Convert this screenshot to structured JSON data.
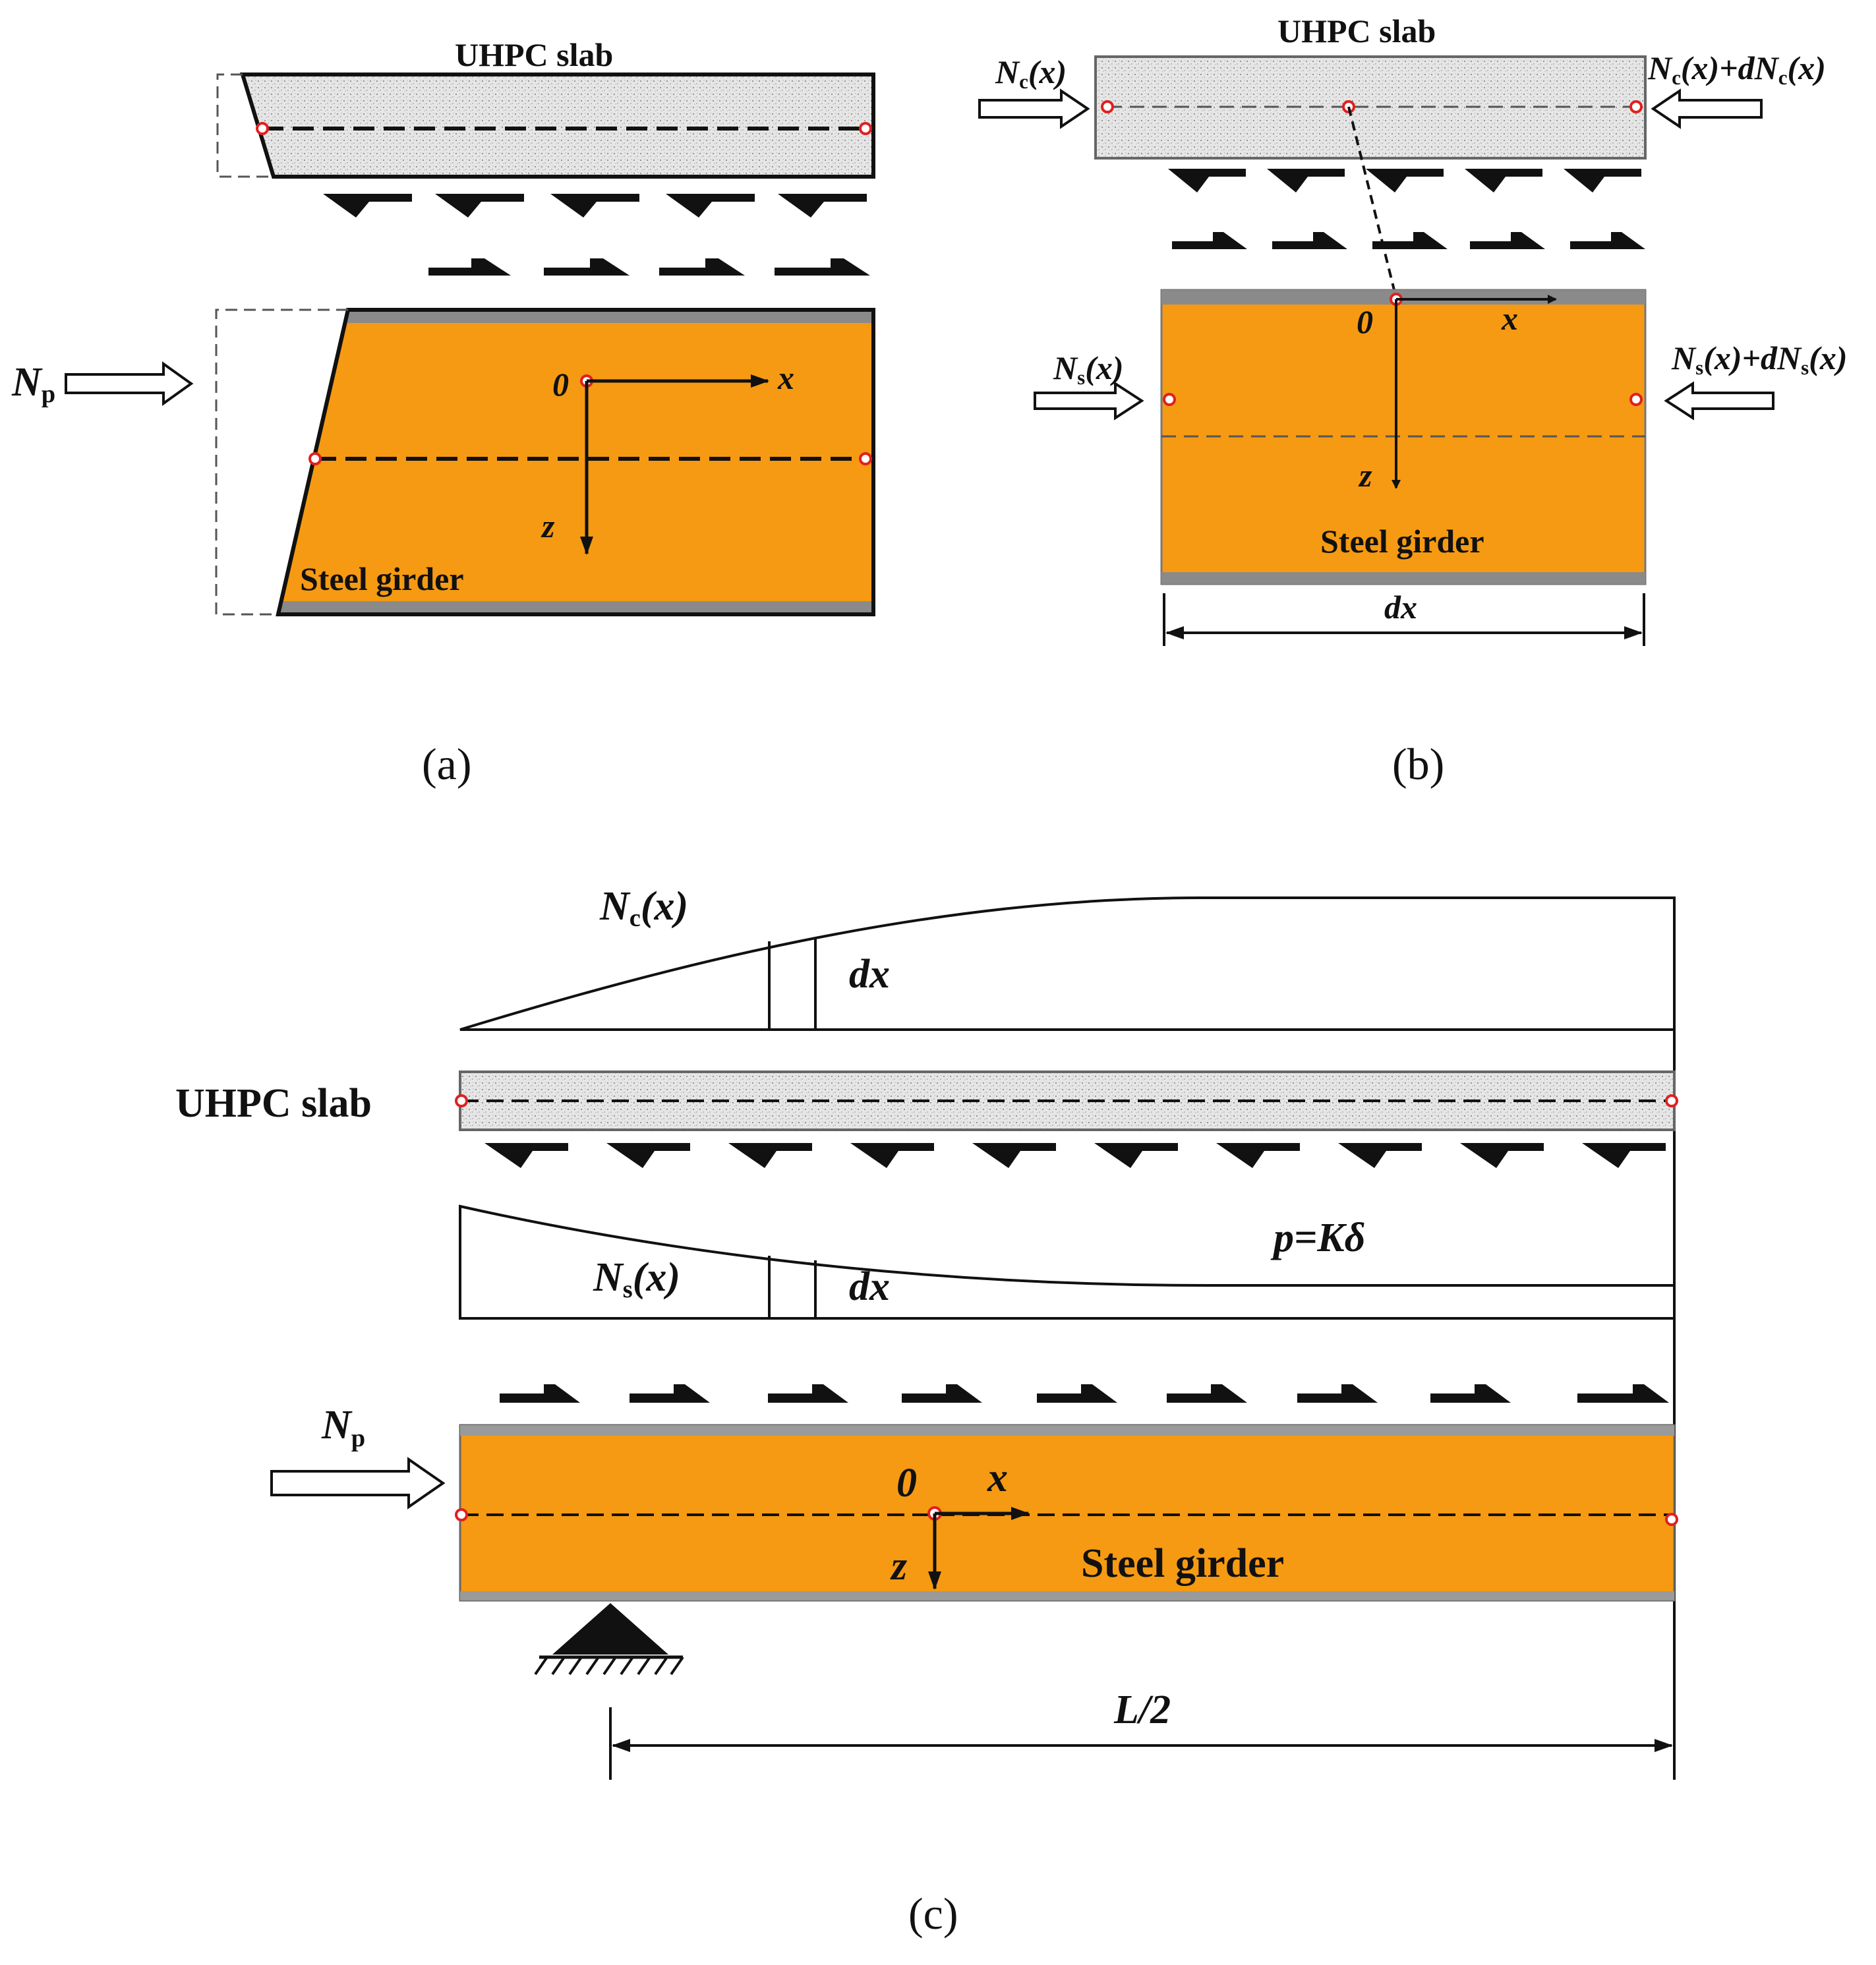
{
  "panel_a": {
    "caption": "(a)",
    "slab_label": "UHPC slab",
    "girder_label": "Steel girder",
    "force_label": "N",
    "force_sub": "p",
    "origin_label": "0",
    "x_axis_label": "x",
    "z_axis_label": "z"
  },
  "panel_b": {
    "caption": "(b)",
    "slab_label": "UHPC slab",
    "girder_label": "Steel girder",
    "nc_left": "N",
    "nc_left_sub": "c",
    "nc_left_arg": "(x)",
    "nc_right": "N",
    "nc_right_sub": "c",
    "nc_right_arg": "(x)+dN",
    "nc_right_sub2": "c",
    "nc_right_arg2": "(x)",
    "ns_left": "N",
    "ns_left_sub": "s",
    "ns_left_arg": "(x)",
    "ns_right": "N",
    "ns_right_sub": "s",
    "ns_right_arg": "(x)+dN",
    "ns_right_sub2": "s",
    "ns_right_arg2": "(x)",
    "origin_label": "0",
    "x_axis_label": "x",
    "z_axis_label": "z",
    "dx_label": "dx"
  },
  "panel_c": {
    "caption": "(c)",
    "slab_label": "UHPC slab",
    "girder_label": "Steel girder",
    "nc_label": "N",
    "nc_sub": "c",
    "nc_arg": "(x)",
    "ns_label": "N",
    "ns_sub": "s",
    "ns_arg": "(x)",
    "dx_top": "dx",
    "dx_bottom": "dx",
    "p_label": "p=Kδ",
    "np_label": "N",
    "np_sub": "p",
    "origin_label": "0",
    "x_axis_label": "x",
    "z_axis_label": "z",
    "span_label": "L/2"
  },
  "colors": {
    "steel": "#F59A12",
    "flange": "#8a8a8a",
    "concrete": "#e2e2e2",
    "node": "#e02020",
    "ink": "#111111"
  }
}
